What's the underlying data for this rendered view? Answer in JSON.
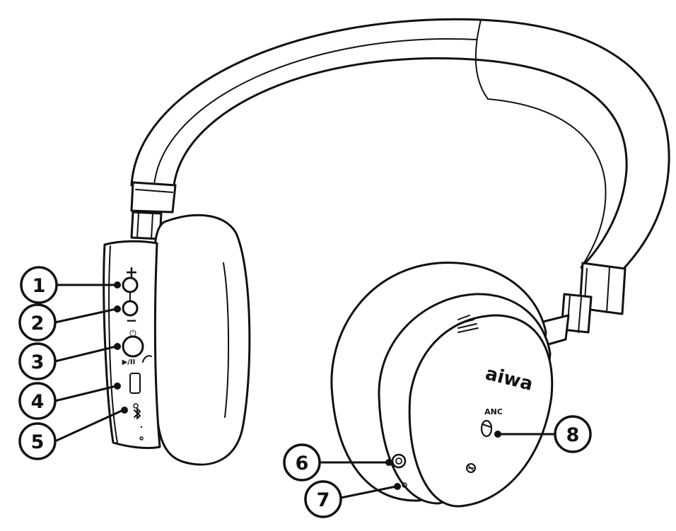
{
  "device": {
    "brand_logo": "aiwa",
    "anc_label": "ANC"
  },
  "button_symbols": {
    "plus": "+",
    "minus": "−",
    "power": "⏻",
    "play_pause": "▶/II"
  },
  "callouts": [
    {
      "number": "1"
    },
    {
      "number": "2"
    },
    {
      "number": "3"
    },
    {
      "number": "4"
    },
    {
      "number": "5"
    },
    {
      "number": "6"
    },
    {
      "number": "7"
    },
    {
      "number": "8"
    }
  ],
  "colors": {
    "line": "#111111",
    "background": "#ffffff"
  }
}
